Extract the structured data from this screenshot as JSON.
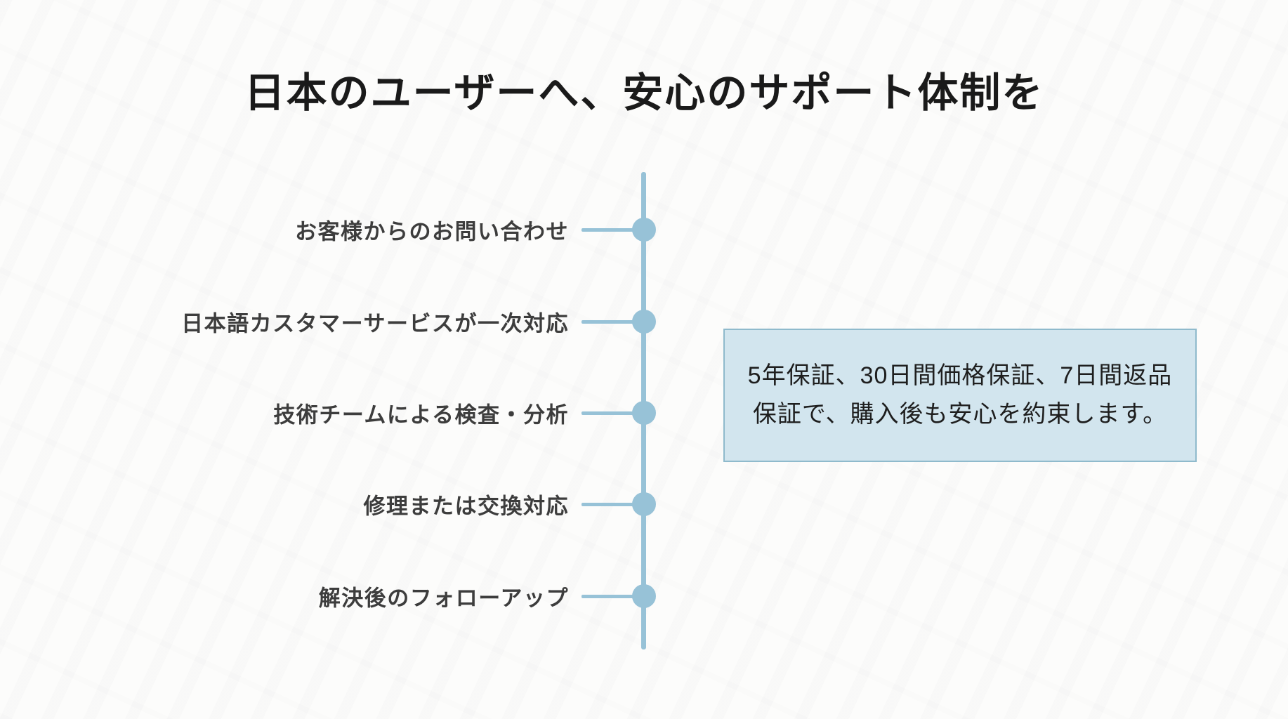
{
  "title": "日本のユーザーへ、安心のサポート体制を",
  "timeline": {
    "items": [
      {
        "label": "お客様からのお問い合わせ"
      },
      {
        "label": "日本語カスタマーサービスが一次対応"
      },
      {
        "label": "技術チームによる検査・分析"
      },
      {
        "label": "修理または交換対応"
      },
      {
        "label": "解決後のフォローアップ"
      }
    ]
  },
  "guarantee_box": {
    "lines": [
      "5年保証、30日間価格保証、7日間返品",
      "保証で、購入後も安心を約束します。"
    ]
  },
  "colors": {
    "accent_blue": "#97c2d7",
    "box_fill": "#d2e5ee",
    "box_border": "#8fbacc",
    "title_color": "#1a1a1a",
    "label_color": "#3d3d3d",
    "background": "#fcfcfb"
  }
}
